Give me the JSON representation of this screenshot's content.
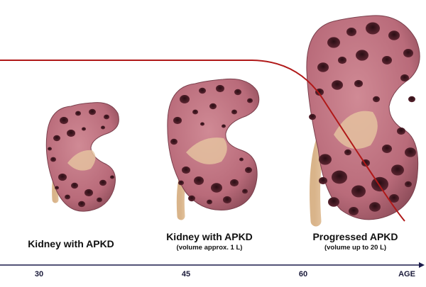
{
  "stages": [
    {
      "title": "Kidney with APKD",
      "subtitle": ""
    },
    {
      "title": "Kidney with APKD",
      "subtitle": "(volume approx. 1 L)"
    },
    {
      "title": "Progressed APKD",
      "subtitle": "(volume up to 20 L)"
    }
  ],
  "axis": {
    "ticks": [
      "30",
      "45",
      "60"
    ],
    "label": "AGE"
  },
  "colors": {
    "kidney": "#b96b7a",
    "kidney_dark": "#7a3f4c",
    "cyst": "#4a1e28",
    "ureter": "#e8c8a0",
    "curve": "#b01818",
    "axis": "#1a1a4a"
  },
  "icons": [
    "kidney-icon",
    "kidney-icon",
    "kidney-icon"
  ]
}
